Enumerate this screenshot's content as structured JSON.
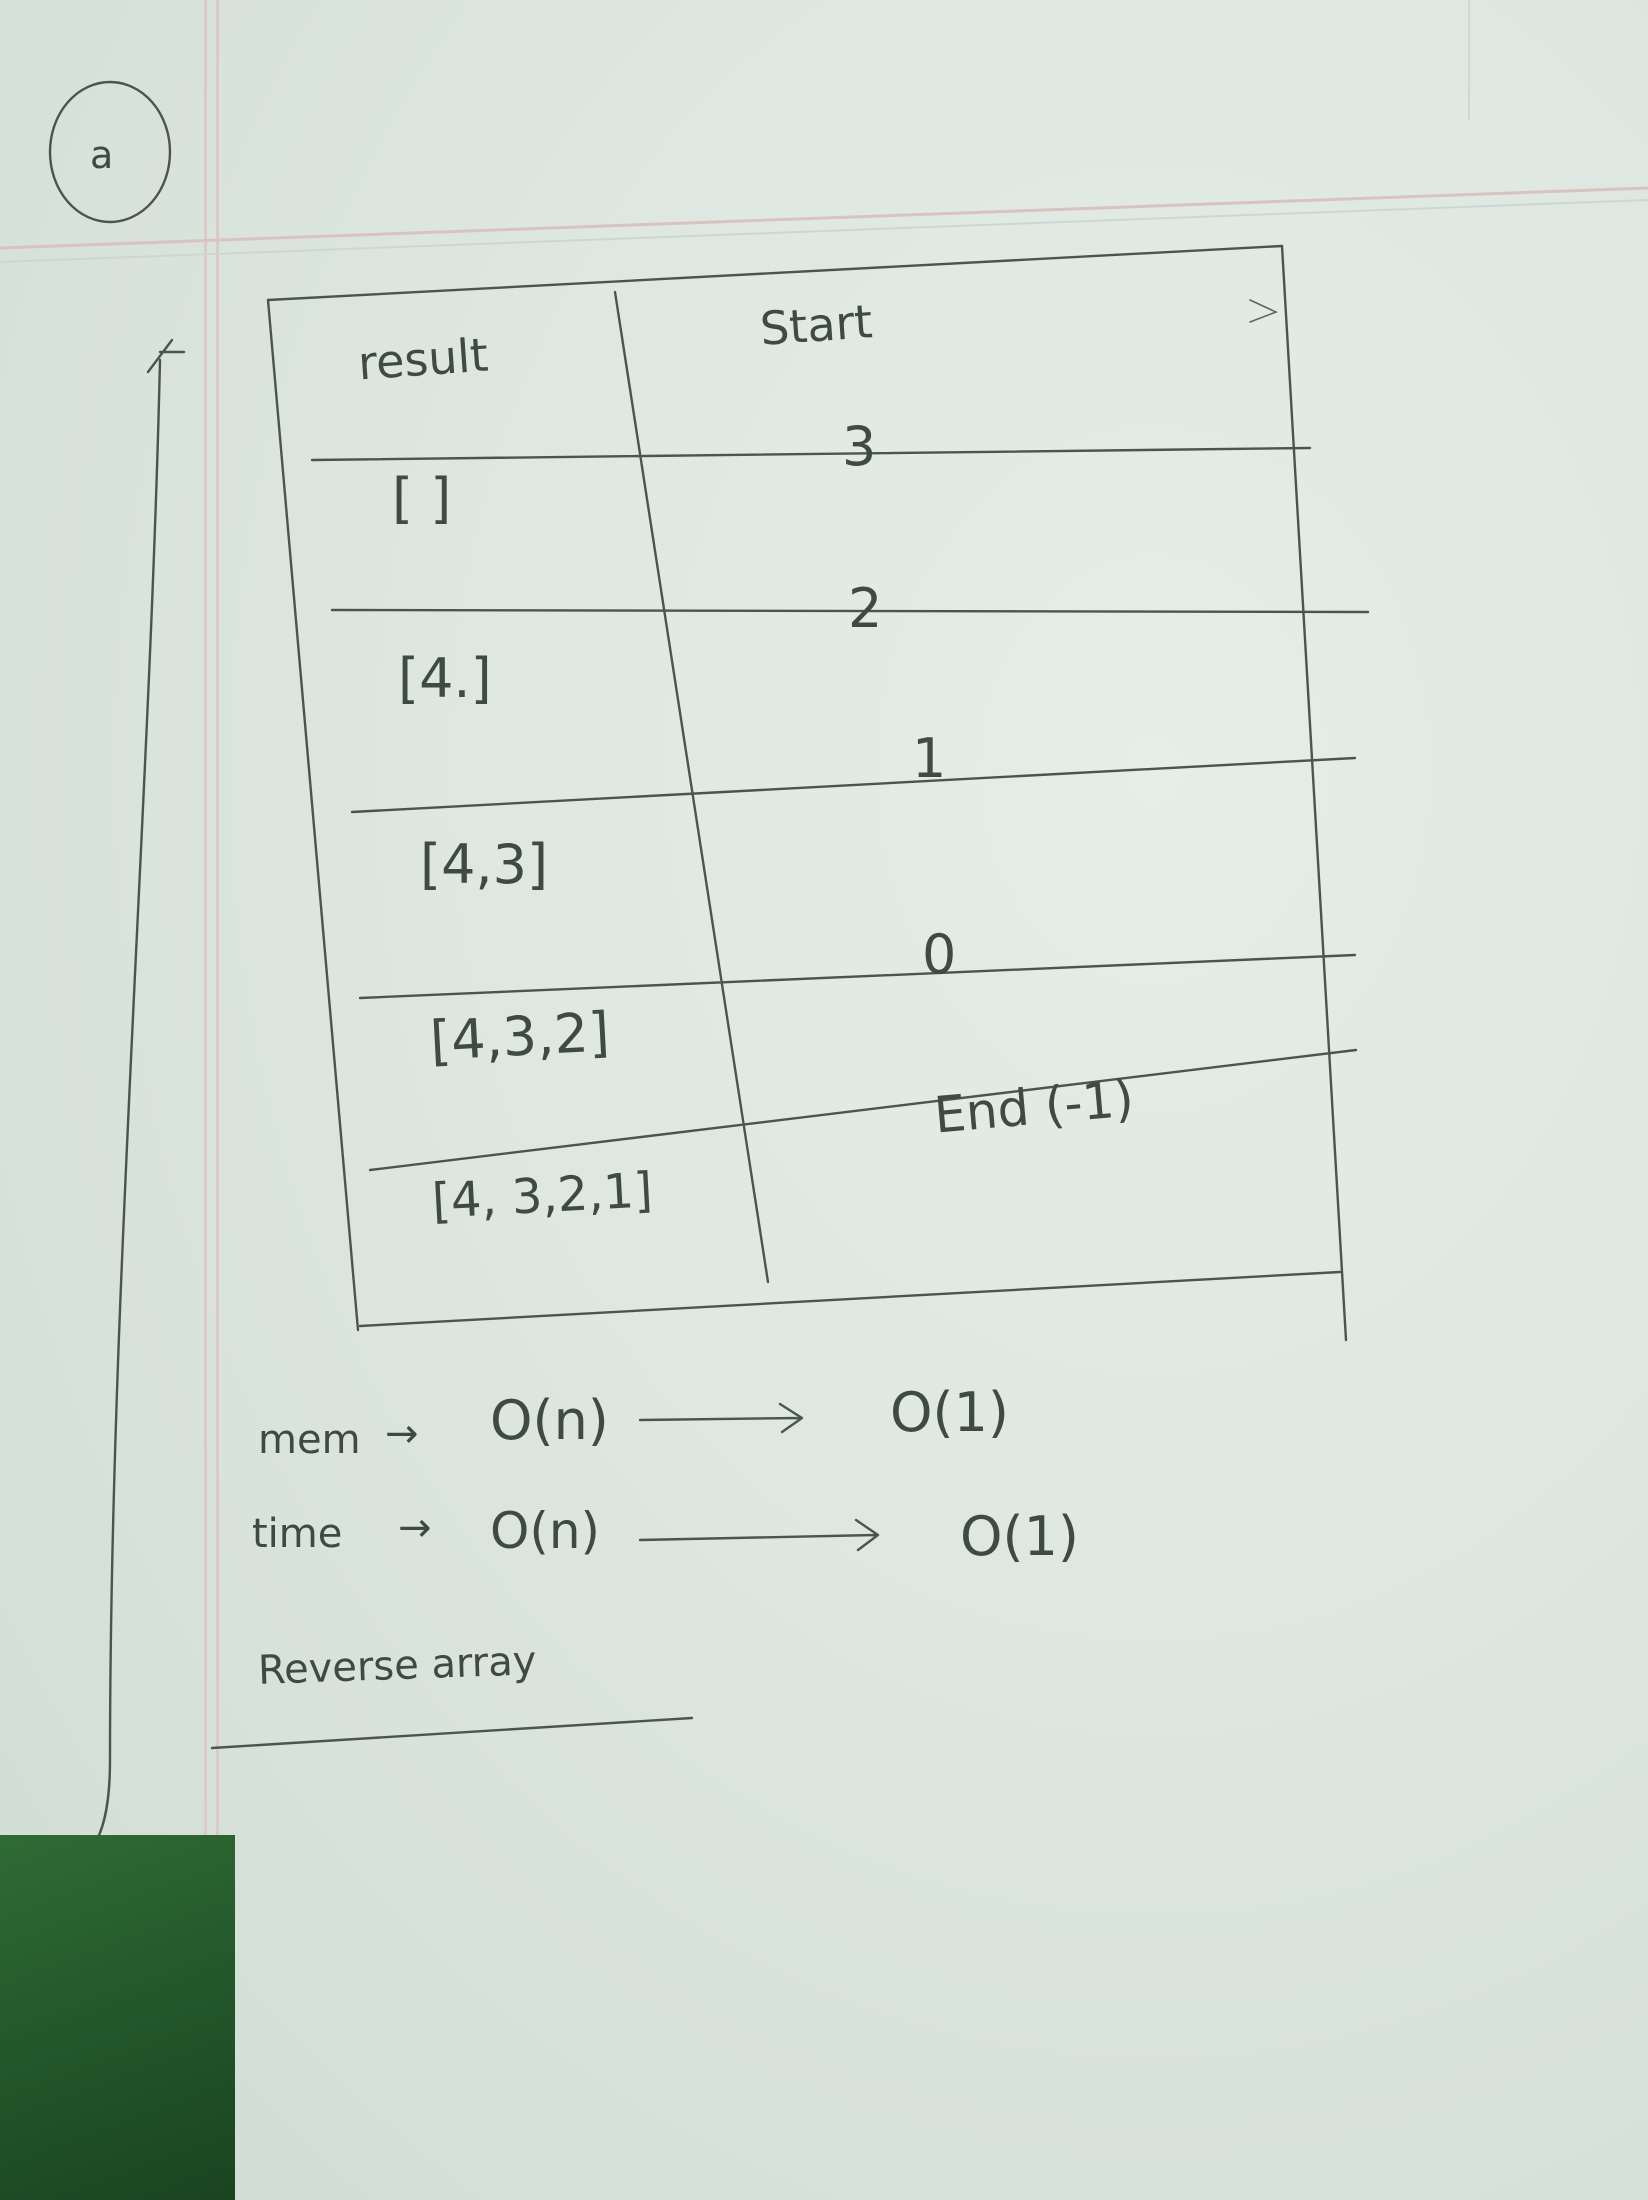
{
  "question_mark": "a",
  "table": {
    "headers": {
      "result": "result",
      "start": "Start"
    },
    "rows": [
      {
        "result": "[ ]",
        "start": "3"
      },
      {
        "result": "[4.]",
        "start": "2"
      },
      {
        "result": "[4,3]",
        "start": "1"
      },
      {
        "result": "[4,3,2]",
        "start": "0"
      },
      {
        "result": "[4, 3,2,1]",
        "start": "End (-1)"
      }
    ]
  },
  "complexity": {
    "mem": {
      "label": "mem",
      "before": "O(n)",
      "after": "O(1)"
    },
    "time": {
      "label": "time",
      "before": "O(n)",
      "after": "O(1)"
    }
  },
  "caption": "Reverse array"
}
